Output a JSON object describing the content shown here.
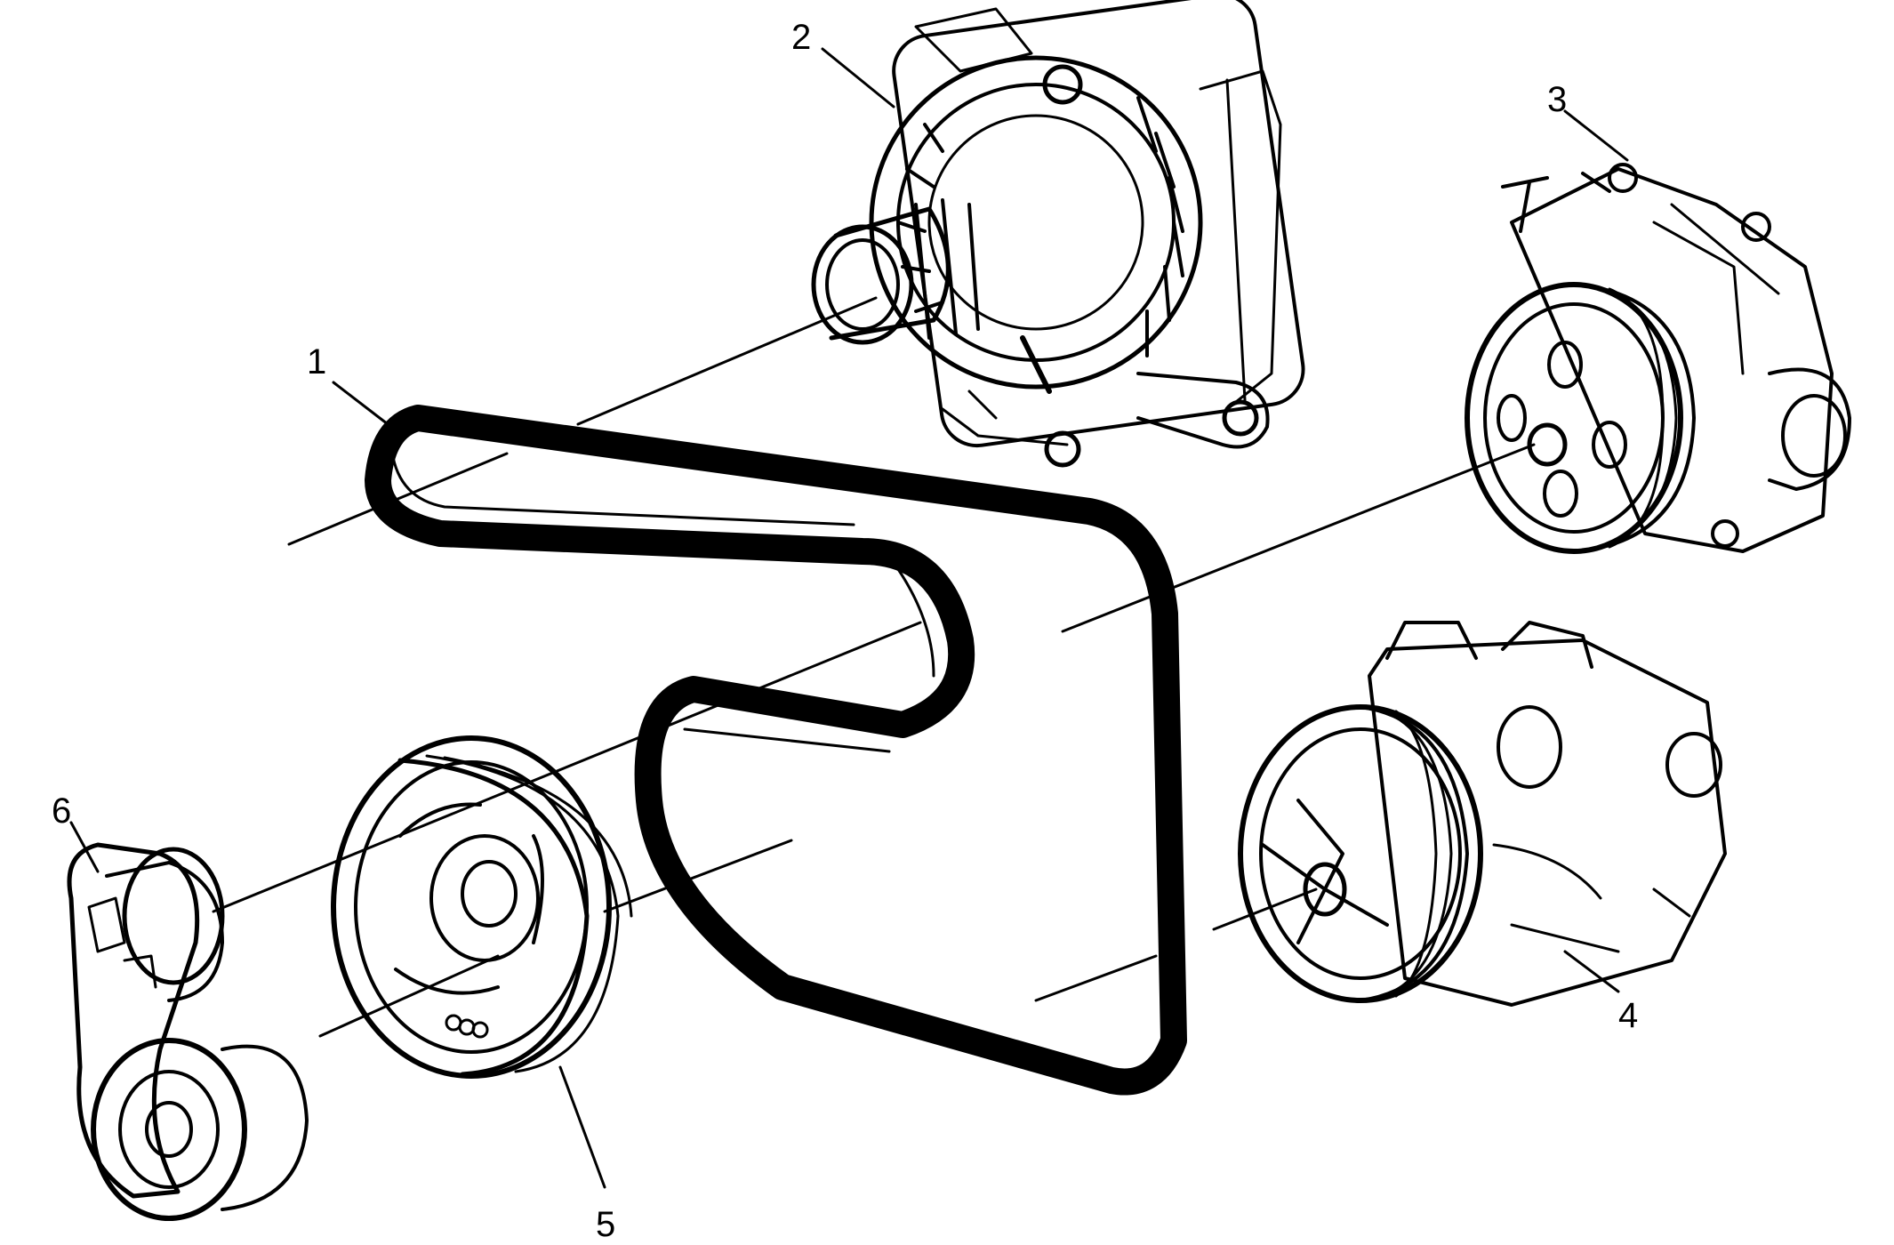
{
  "diagram": {
    "style": "black line-art exploded view",
    "colors": {
      "ink": "#000000",
      "background": "#ffffff"
    },
    "callouts": [
      {
        "id": "c1",
        "label": "1",
        "part": "drive-belt"
      },
      {
        "id": "c2",
        "label": "2",
        "part": "generator"
      },
      {
        "id": "c3",
        "label": "3",
        "part": "water-pump"
      },
      {
        "id": "c4",
        "label": "4",
        "part": "ac-compressor"
      },
      {
        "id": "c5",
        "label": "5",
        "part": "crankshaft-balancer"
      },
      {
        "id": "c6",
        "label": "6",
        "part": "belt-tensioner"
      }
    ]
  }
}
